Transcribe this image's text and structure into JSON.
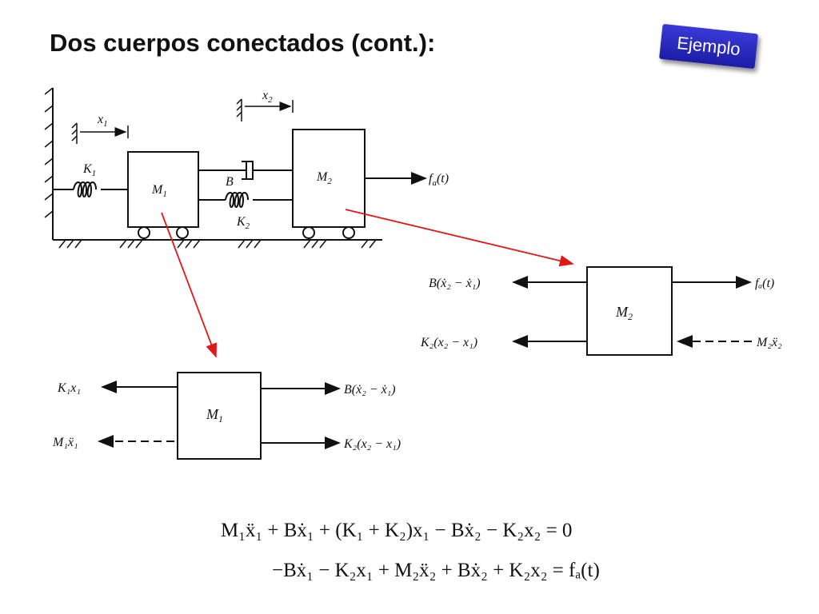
{
  "slide": {
    "title": "Dos cuerpos conectados (cont.):",
    "badge_label": "Ejemplo",
    "colors": {
      "badge": "#2a2ac0",
      "arrow": "#e01818"
    }
  },
  "system": {
    "x1": "x",
    "x1_sub": "1",
    "x2": "x",
    "x2_sub": "2",
    "k1": "K",
    "k1_sub": "1",
    "k2": "K",
    "k2_sub": "2",
    "m1": "M",
    "m1_sub": "1",
    "m2": "M",
    "m2_sub": "2",
    "b": "B",
    "force": "f",
    "force_sub": "a",
    "force_arg": "(t)"
  },
  "fbd_m2": {
    "mass": "M",
    "mass_sub": "2",
    "left_top": "B(ẋ₂ − ẋ₁)",
    "left_bottom": "K₂(x₂ − x₁)",
    "right_top": "fₐ(t)",
    "right_bottom": "M₂ẍ₂"
  },
  "fbd_m1": {
    "mass": "M",
    "mass_sub": "1",
    "left_top": "K₁x₁",
    "left_bottom": "M₁ẍ₁",
    "right_top": "B(ẋ₂ − ẋ₁)",
    "right_bottom": "K₂(x₂ − x₁)"
  },
  "equations": {
    "eq1": "M₁ẍ₁ + Bẋ₁ + (K₁ + K₂)x₁ − Bẋ₂ − K₂x₂ = 0",
    "eq2": "−Bẋ₁ − K₂x₁ + M₂ẍ₂ + Bẋ₂ + K₂x₂ = fₐ(t)"
  }
}
